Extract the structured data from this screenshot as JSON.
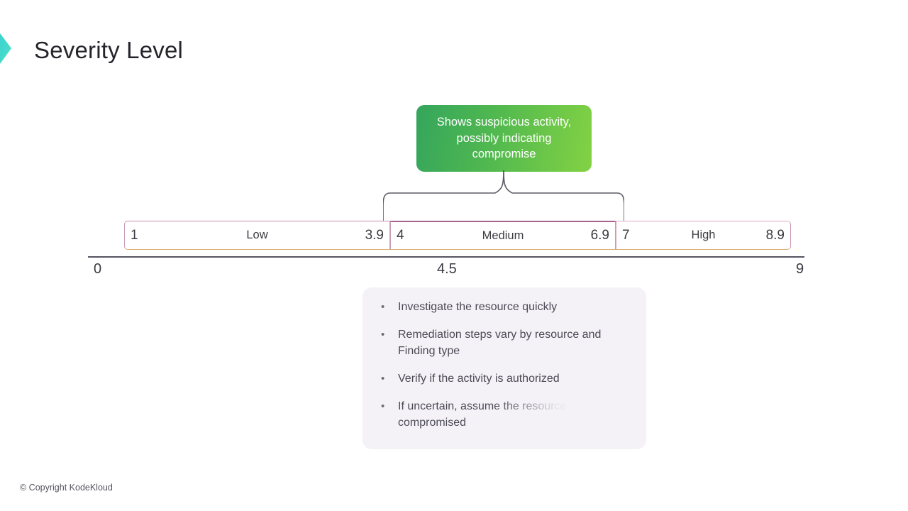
{
  "brand": {
    "logo_icon": "chevron-right-icon",
    "logo_color_start": "#2ec8d8",
    "logo_color_end": "#4fe0c8"
  },
  "header": {
    "title": "Severity Level"
  },
  "callout": {
    "text": "Shows suspicious activity, possibly indicating compromise",
    "gradient_start": "#34a55c",
    "gradient_end": "#83d243",
    "points_to": "Medium"
  },
  "chart_data": {
    "type": "bar",
    "title": "Severity Level",
    "orientation": "horizontal",
    "xlabel": "",
    "ylabel": "",
    "xlim": [
      0,
      9
    ],
    "grid": false,
    "axis_ticks": [
      "0",
      "4.5",
      "9"
    ],
    "axis_tick_values": [
      0,
      4.5,
      9
    ],
    "categories": [
      "Low",
      "Medium",
      "High"
    ],
    "segments": [
      {
        "label": "Low",
        "min": "1",
        "max": "3.9",
        "min_value": 1,
        "max_value": 3.9,
        "highlighted": false
      },
      {
        "label": "Medium",
        "min": "4",
        "max": "6.9",
        "min_value": 4,
        "max_value": 6.9,
        "highlighted": true
      },
      {
        "label": "High",
        "min": "7",
        "max": "8.9",
        "min_value": 7,
        "max_value": 8.9,
        "highlighted": false
      }
    ],
    "border_top_color": "#cb8ab0",
    "border_bottom_color": "#d8b073",
    "highlight_border_color": "#a8618d",
    "axis_color": "#555560"
  },
  "notes": {
    "background": "#f5f2f7",
    "bullet_glyph": "•",
    "items": [
      {
        "text": "Investigate the resource quickly",
        "partial": false
      },
      {
        "text": "Remediation steps vary by resource and Finding type",
        "partial": false
      },
      {
        "text": "Verify if the activity is authorized",
        "partial": false
      },
      {
        "text": "If uncertain, assume the resource is compromised",
        "partial": true
      }
    ]
  },
  "footer": {
    "copyright": "© Copyright KodeKloud"
  }
}
